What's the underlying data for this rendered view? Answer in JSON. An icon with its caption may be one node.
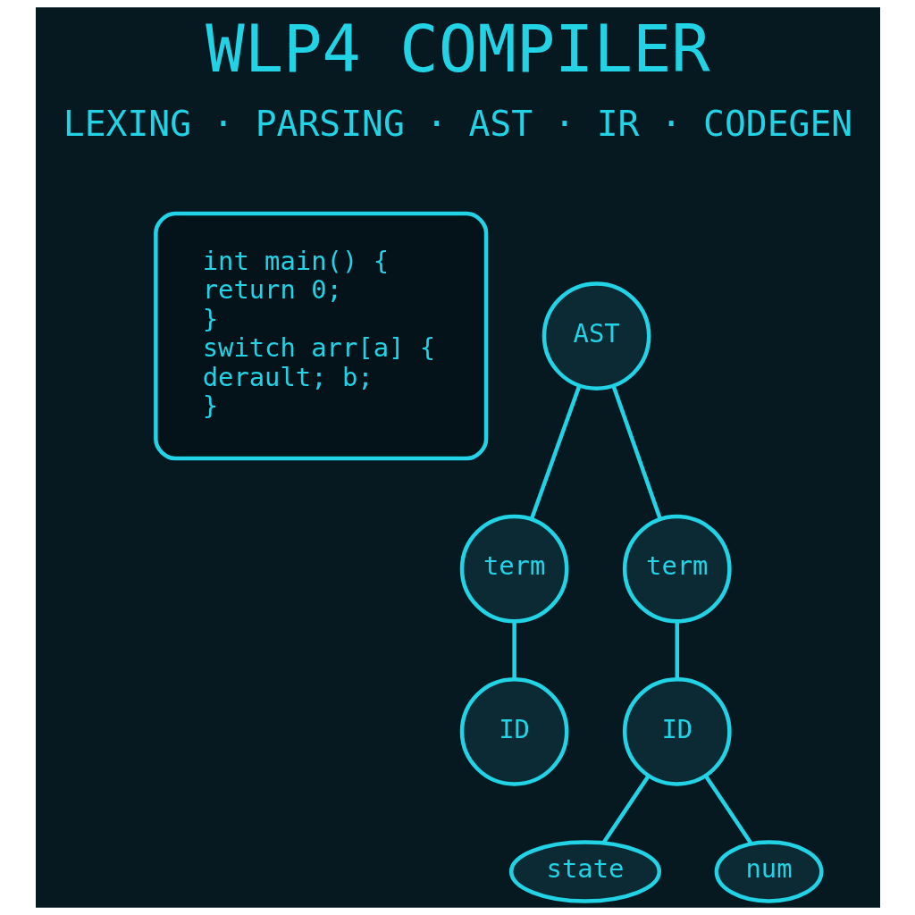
{
  "diagram": {
    "title": "WLP4 COMPILER",
    "nodes": [
      {
        "text": [
          "int main() {",
          "return 0;",
          "}",
          "switch arr[a] {",
          "derault; b;",
          "}"
        ]
      },
      {
        "text": [
          "AST"
        ]
      },
      {
        "text": [
          "term"
        ]
      },
      {
        "text": [
          "term"
        ]
      },
      {
        "text": [
          "ID"
        ]
      },
      {
        "text": [
          "ID"
        ]
      },
      {
        "text": [
          "state"
        ]
      },
      {
        "text": [
          "num"
        ]
      }
    ],
    "edges": [
      {
        "from": 1,
        "to": 2,
        "arrow": "none"
      },
      {
        "from": 1,
        "to": 3,
        "arrow": "none"
      },
      {
        "from": 2,
        "to": 4,
        "arrow": "none"
      },
      {
        "from": 3,
        "to": 5,
        "arrow": "none"
      },
      {
        "from": 5,
        "to": 6,
        "arrow": "none"
      },
      {
        "from": 5,
        "to": 7,
        "arrow": "none"
      }
    ],
    "labels": [
      "LEXING · PARSING · AST · IR · CODEGEN"
    ]
  }
}
